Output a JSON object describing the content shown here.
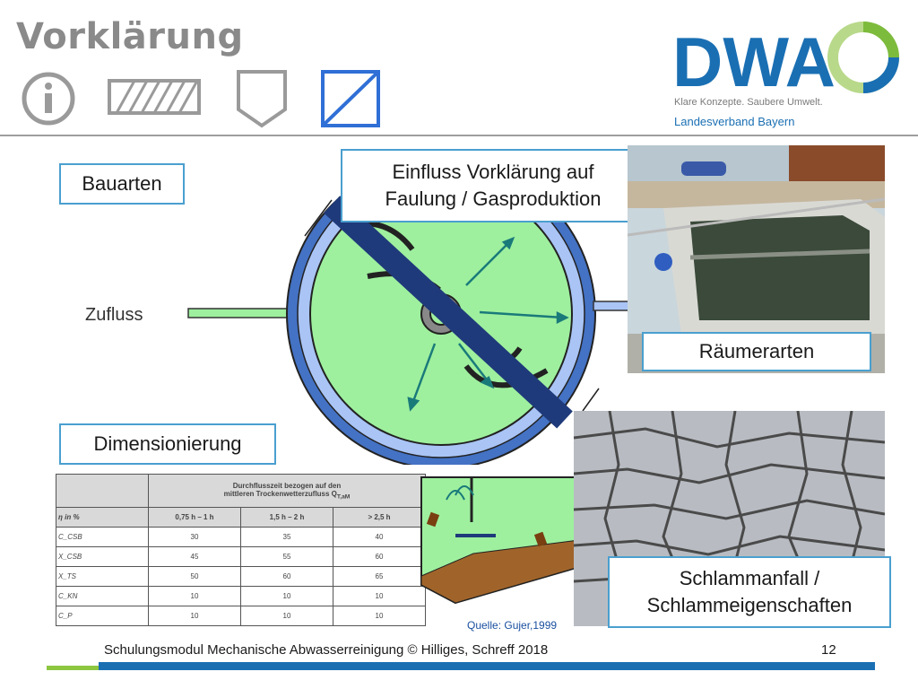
{
  "slide": {
    "title": "Vorklärung",
    "logo": {
      "name": "DWA",
      "tagline": "Klare Konzepte. Saubere Umwelt.",
      "region": "Landesverband Bayern"
    },
    "icons": [
      "info-icon",
      "hatched-bar-icon",
      "shield-icon",
      "diagonal-square-icon"
    ],
    "labels": {
      "bauarten": "Bauarten",
      "einfluss_line1": "Einfluss Vorklärung auf",
      "einfluss_line2": "Faulung / Gasproduktion",
      "zufluss": "Zufluss",
      "raeumerarten": "Räumerarten",
      "dimensionierung": "Dimensionierung",
      "schlamm_line1": "Schlammanfall /",
      "schlamm_line2": "Schlammeigenschaften"
    },
    "table": {
      "header_line1": "Durchflusszeit bezogen auf den",
      "header_line2": "mittleren Trockenwetterzufluss Q",
      "header_sub": "T,aM",
      "row_label_header": "η in %",
      "columns": [
        "0,75 h – 1 h",
        "1,5 h – 2 h",
        "> 2,5 h"
      ],
      "rows": [
        {
          "label": "C_CSB",
          "values": [
            "30",
            "35",
            "40"
          ]
        },
        {
          "label": "X_CSB",
          "values": [
            "45",
            "55",
            "60"
          ]
        },
        {
          "label": "X_TS",
          "values": [
            "50",
            "60",
            "65"
          ]
        },
        {
          "label": "C_KN",
          "values": [
            "10",
            "10",
            "10"
          ]
        },
        {
          "label": "C_P",
          "values": [
            "10",
            "10",
            "10"
          ]
        }
      ]
    },
    "source": "Quelle: Gujer,1999",
    "footer": "Schulungsmodul Mechanische Abwasserreinigung © Hilliges, Schreff  2018",
    "page_number": "12",
    "colors": {
      "accent_blue": "#1a6fb3",
      "box_border": "#4a9fcf",
      "tank_green": "#9ef09e",
      "ring_blue": "#a9c4f5",
      "footer_green": "#8dc63f"
    }
  }
}
